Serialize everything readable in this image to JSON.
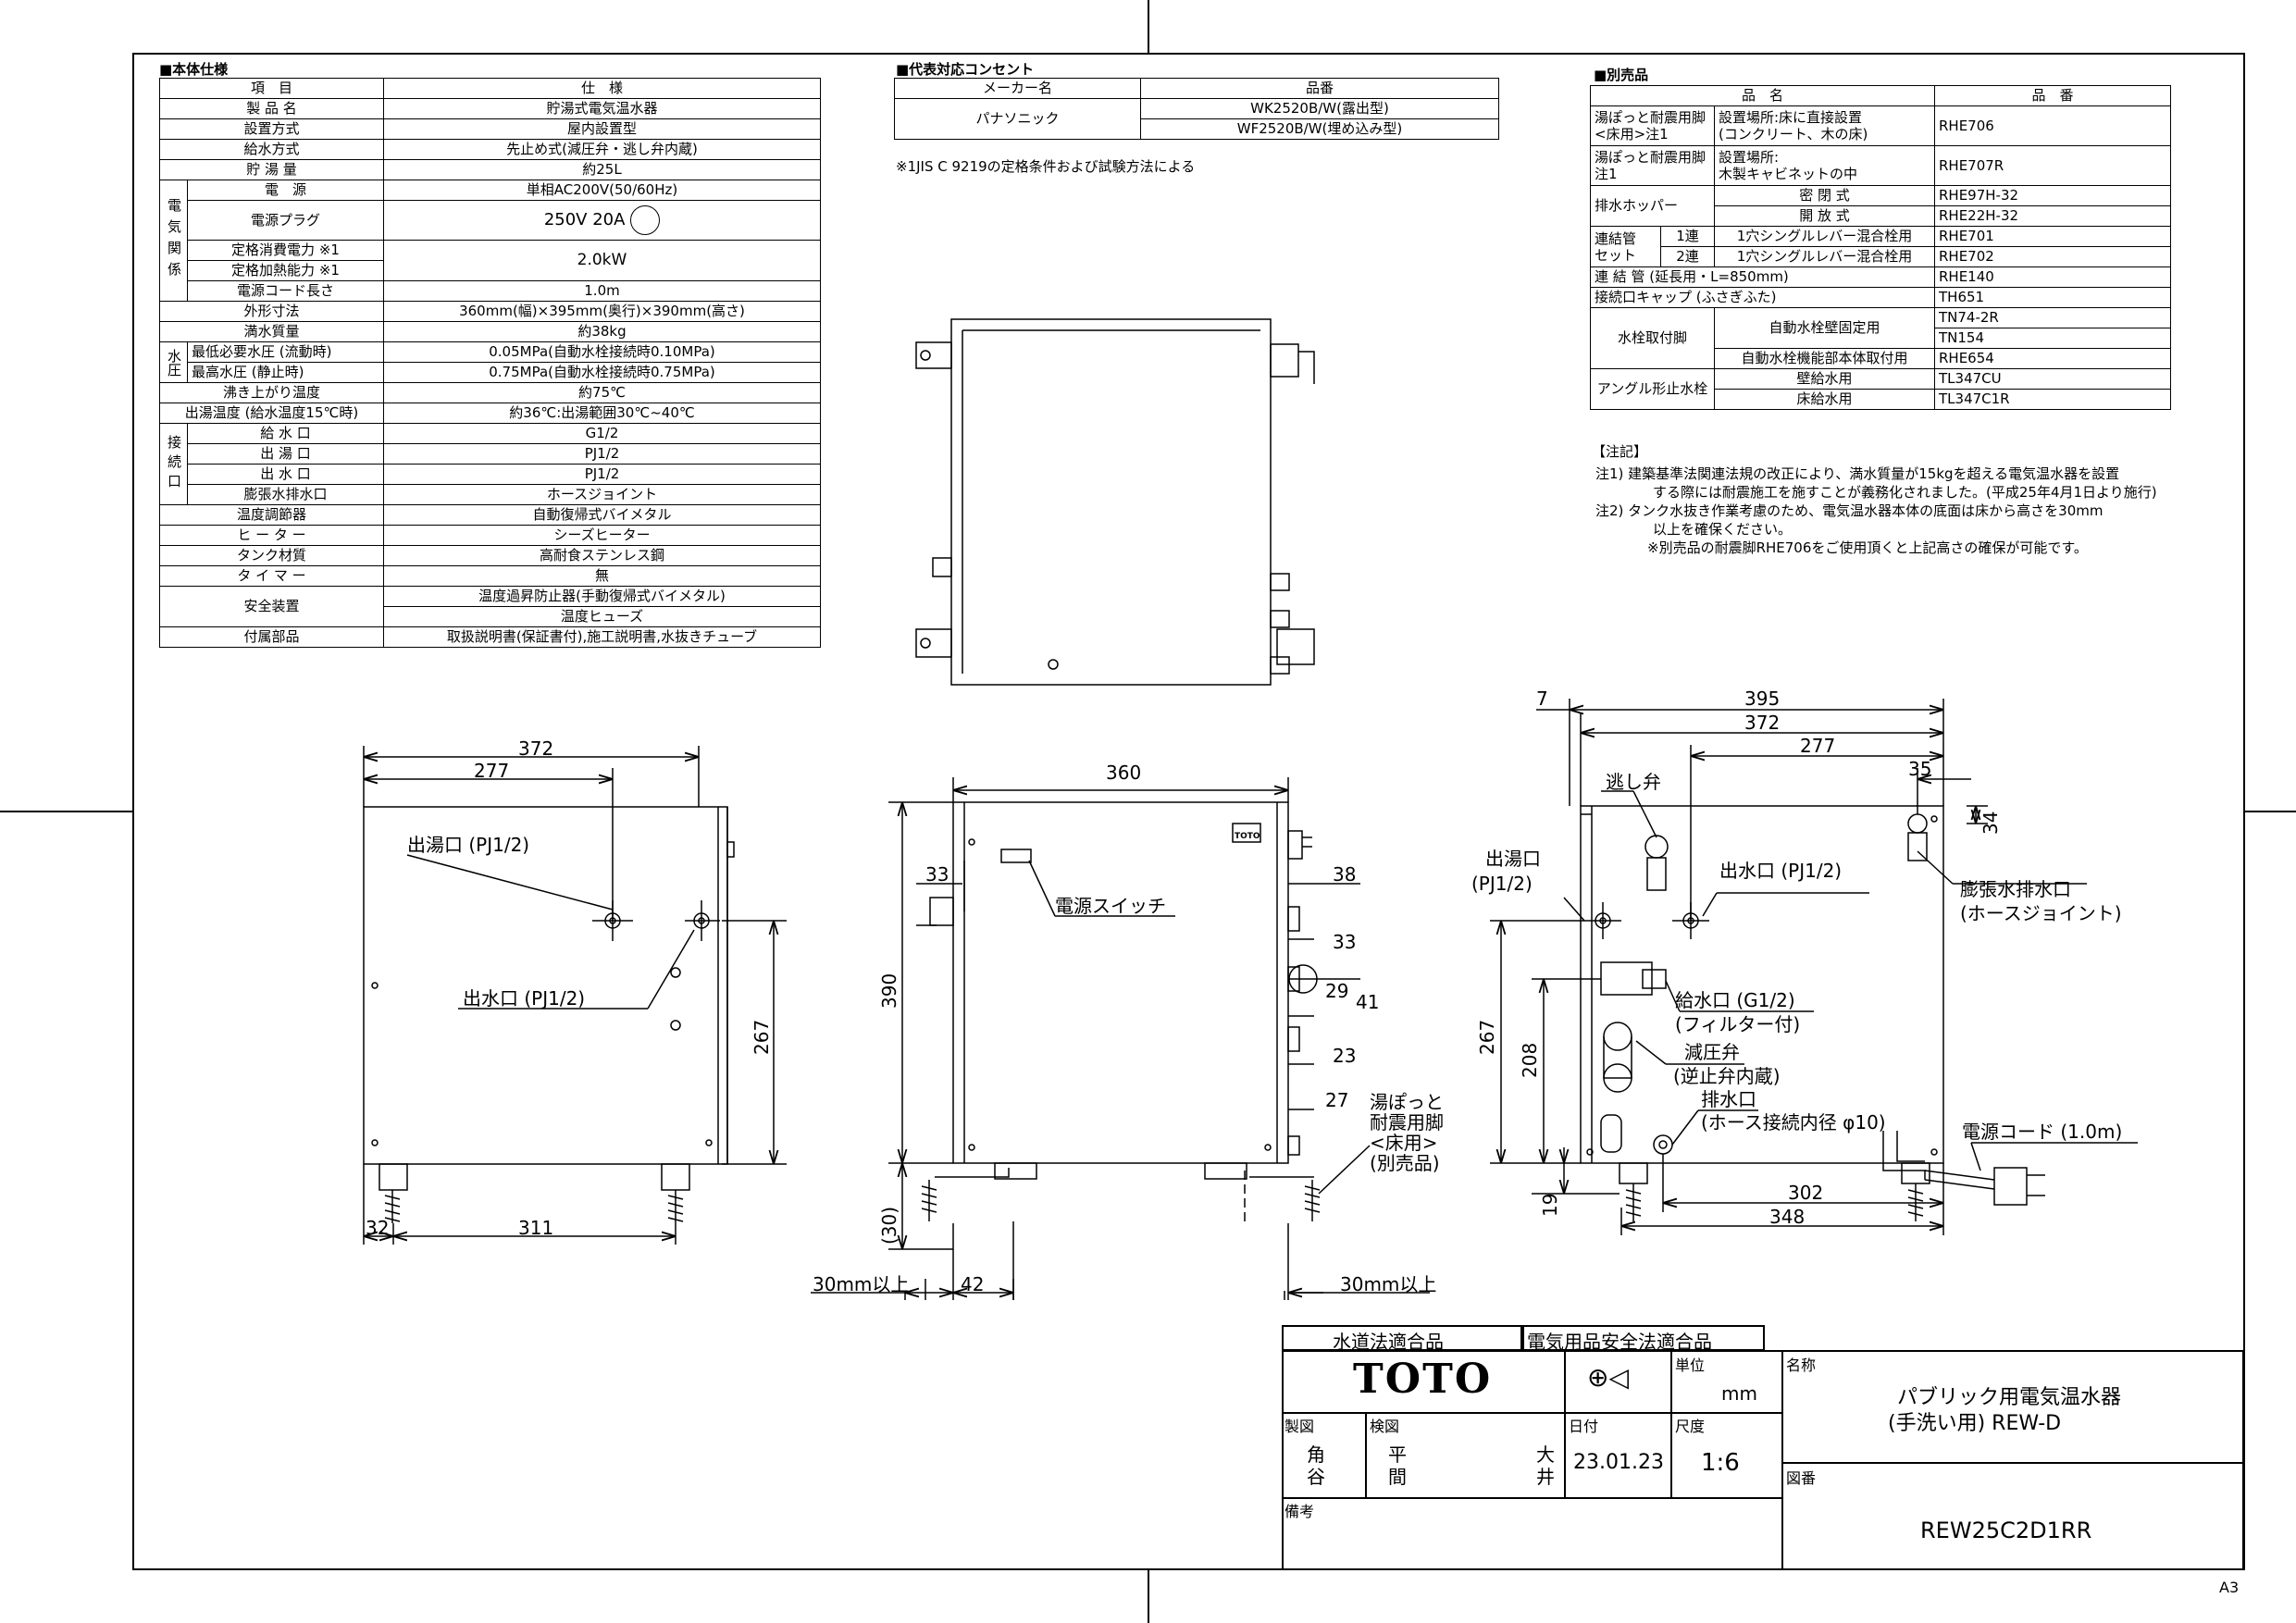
{
  "spec": {
    "title": "■本体仕様",
    "header": [
      "項　目",
      "仕　様"
    ],
    "product_name": [
      "製 品 名",
      "貯湯式電気温水器"
    ],
    "install": [
      "設置方式",
      "屋内設置型"
    ],
    "supply": [
      "給水方式",
      "先止め式(減圧弁・逃し弁内蔵)"
    ],
    "storage": [
      "貯 湯 量",
      "約25L"
    ],
    "elec_group": "電気関係",
    "power": [
      "電　源",
      "単相AC200V(50/60Hz)"
    ],
    "plug": [
      "電源プラグ",
      "250V 20A"
    ],
    "consumption": "定格消費電力 ※1",
    "heating": "定格加熱能力 ※1",
    "kw": "2.0kW",
    "cord": [
      "電源コード長さ",
      "1.0m"
    ],
    "dims": [
      "外形寸法",
      "360mm(幅)×395mm(奥行)×390mm(高さ)"
    ],
    "mass": [
      "満水質量",
      "約38kg"
    ],
    "pressure_group": "水圧",
    "min_pressure": [
      "最低必要水圧 (流動時)",
      "0.05MPa(自動水栓接続時0.10MPa)"
    ],
    "max_pressure": [
      "最高水圧 (静止時)",
      "0.75MPa(自動水栓接続時0.75MPa)"
    ],
    "boil": [
      "沸き上がり温度",
      "約75℃"
    ],
    "outlet_temp": [
      "出湯温度 (給水温度15℃時)",
      "約36℃:出湯範囲30℃~40℃"
    ],
    "conn_group": "接続口",
    "conn_in": [
      "給 水 口",
      "G1/2"
    ],
    "conn_out_hot": [
      "出 湯 口",
      "PJ1/2"
    ],
    "conn_out_water": [
      "出 水 口",
      "PJ1/2"
    ],
    "conn_drain": [
      "膨張水排水口",
      "ホースジョイント"
    ],
    "thermo": [
      "温度調節器",
      "自動復帰式バイメタル"
    ],
    "heater": [
      "ヒ ー タ ー",
      "シーズヒーター"
    ],
    "tank": [
      "タンク材質",
      "高耐食ステンレス鋼"
    ],
    "timer": [
      "タ イ マ ー",
      "無"
    ],
    "safety_label": "安全装置",
    "safety1": "温度過昇防止器(手動復帰式バイメタル)",
    "safety2": "温度ヒューズ",
    "accessories": [
      "付属部品",
      "取扱説明書(保証書付),施工説明書,水抜きチューブ"
    ]
  },
  "outlet": {
    "title": "■代表対応コンセント",
    "header": [
      "メーカー名",
      "品番"
    ],
    "maker": "パナソニック",
    "p1": "WK2520B/W(露出型)",
    "p2": "WF2520B/W(埋め込み型)",
    "note": "※1JIS C 9219の定格条件および試験方法による"
  },
  "options": {
    "title": "■別売品",
    "header": [
      "品　名",
      "品　番"
    ],
    "r1_name": "湯ぽっと耐震用脚\n<床用>注1",
    "r1_desc": "設置場所:床に直接設置\n(コンクリート、木の床)",
    "r1_code": "RHE706",
    "r2_name": "湯ぽっと耐震用脚\n注1",
    "r2_desc": "設置場所:\n木製キャビネットの中",
    "r2_code": "RHE707R",
    "hopper": "排水ホッパー",
    "hopper_a": "密 閉 式",
    "hopper_a_code": "RHE97H-32",
    "hopper_b": "開 放 式",
    "hopper_b_code": "RHE22H-32",
    "pipe_set": "連結管\nセット",
    "set1": "1連",
    "set1_desc": "1穴シングルレバー混合栓用",
    "set1_code": "RHE701",
    "set2": "2連",
    "set2_desc": "1穴シングルレバー混合栓用",
    "set2_code": "RHE702",
    "ext": "連 結 管 (延長用・L=850mm)",
    "ext_code": "RHE140",
    "cap": "接続口キャップ (ふさぎふた)",
    "cap_code": "TH651",
    "faucet": "水栓取付脚",
    "faucet_a": "自動水栓壁固定用",
    "faucet_a1": "TN74-2R",
    "faucet_a2": "TN154",
    "faucet_b": "自動水栓機能部本体取付用",
    "faucet_b_code": "RHE654",
    "angle": "アングル形止水栓",
    "angle_a": "壁給水用",
    "angle_a_code": "TL347CU",
    "angle_b": "床給水用",
    "angle_b_code": "TL347C1R"
  },
  "notes": {
    "title": "【注記】",
    "n1a": "注1) 建築基準法関連法規の改正により、満水質量が15kgを超える電気温水器を設置",
    "n1b": "する際には耐震施工を施すことが義務化されました。(平成25年4月1日より施行)",
    "n2a": "注2) タンク水抜き作業考慮のため、電気温水器本体の底面は床から高さを30mm",
    "n2b": "以上を確保ください。",
    "n2c": "※別売品の耐震脚RHE706をご使用頂くと上記高さの確保が可能です。"
  },
  "front": {
    "d372": "372",
    "d277": "277",
    "d267": "267",
    "d32": "32",
    "d311": "311",
    "hot_out": "出湯口 (PJ1/2)",
    "water_out": "出水口 (PJ1/2)"
  },
  "side": {
    "d360": "360",
    "d33a": "33",
    "d38": "38",
    "d33b": "33",
    "d29": "29",
    "d41": "41",
    "d23": "23",
    "d27": "27",
    "d390": "390",
    "d30": "(30)",
    "d42": "42",
    "min_gap_l": "30mm以上",
    "min_gap_r": "30mm以上",
    "switch": "電源スイッチ",
    "leg1": "湯ぽっと",
    "leg2": "耐震用脚",
    "leg3": "<床用>",
    "leg4": "(別売品)",
    "brand": "TOTO"
  },
  "rear": {
    "d7": "7",
    "d395": "395",
    "d372": "372",
    "d277": "277",
    "d35": "35",
    "d34": "34",
    "d267": "267",
    "d208": "208",
    "d19": "19",
    "d302": "302",
    "d348": "348",
    "relief": "逃し弁",
    "hot_out1": "出湯口",
    "hot_out2": "(PJ1/2)",
    "water_out": "出水口 (PJ1/2)",
    "exp1": "膨張水排水口",
    "exp2": "(ホースジョイント)",
    "in1": "給水口 (G1/2)",
    "in2": "(フィルター付)",
    "prv1": "減圧弁",
    "prv2": "(逆止弁内蔵)",
    "drain1": "排水口",
    "drain2": "(ホース接続内径 φ10)",
    "cord": "電源コード (1.0m)"
  },
  "titleblock": {
    "std1": "水道法適合品",
    "std2": "電気用品安全法適合品",
    "logo": "TOTO",
    "unit_label": "単位",
    "unit": "mm",
    "name_label": "名称",
    "name1": "パブリック用電気温水器",
    "name2": "(手洗い用) REW-D",
    "drawn_label": "製図",
    "drawn1": "角",
    "drawn2": "谷",
    "check_label": "検図",
    "check1": "平",
    "check2": "間",
    "approve1": "大",
    "approve2": "井",
    "date_label": "日付",
    "date": "23.01.23",
    "scale_label": "尺度",
    "scale": "1:6",
    "remark_label": "備考",
    "dwg_label": "図番",
    "dwg": "REW25C2D1RR",
    "paper": "A3"
  }
}
